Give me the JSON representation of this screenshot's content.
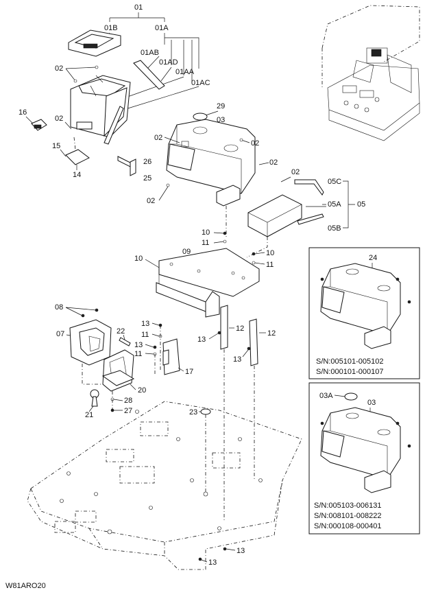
{
  "drawing_code": "W81ARO20",
  "callouts": {
    "c01": "01",
    "c01A": "01A",
    "c01B": "01B",
    "c01AB": "01AB",
    "c01AD": "01AD",
    "c01AA": "01AA",
    "c01AC": "01AC",
    "c02a": "02",
    "c02b": "02",
    "c02c": "02",
    "c02d": "02",
    "c02e": "02",
    "c02f": "02",
    "c02g": "02",
    "c03": "03",
    "c05": "05",
    "c05A": "05A",
    "c05B": "05B",
    "c05C": "05C",
    "c07": "07",
    "c08": "08",
    "c09": "09",
    "c10a": "10",
    "c10b": "10",
    "c10c": "10",
    "c11a": "11",
    "c11b": "11",
    "c11c": "11",
    "c11d": "11",
    "c12a": "12",
    "c12b": "12",
    "c13a": "13",
    "c13b": "13",
    "c13c": "13",
    "c13d": "13",
    "c13e": "13",
    "c13f": "13",
    "c14": "14",
    "c15": "15",
    "c16": "16",
    "c17": "17",
    "c20": "20",
    "c21": "21",
    "c22": "22",
    "c23": "23",
    "c25": "25",
    "c26": "26",
    "c27": "27",
    "c28": "28",
    "c29": "29"
  },
  "inset1": {
    "part": "24",
    "serials": [
      "S/N:005101-005102",
      "S/N:000101-000107"
    ]
  },
  "inset2": {
    "part_cap": "03A",
    "part_tank": "03",
    "serials": [
      "S/N:005103-006131",
      "S/N:008101-008222",
      "S/N:000108-000401"
    ]
  }
}
